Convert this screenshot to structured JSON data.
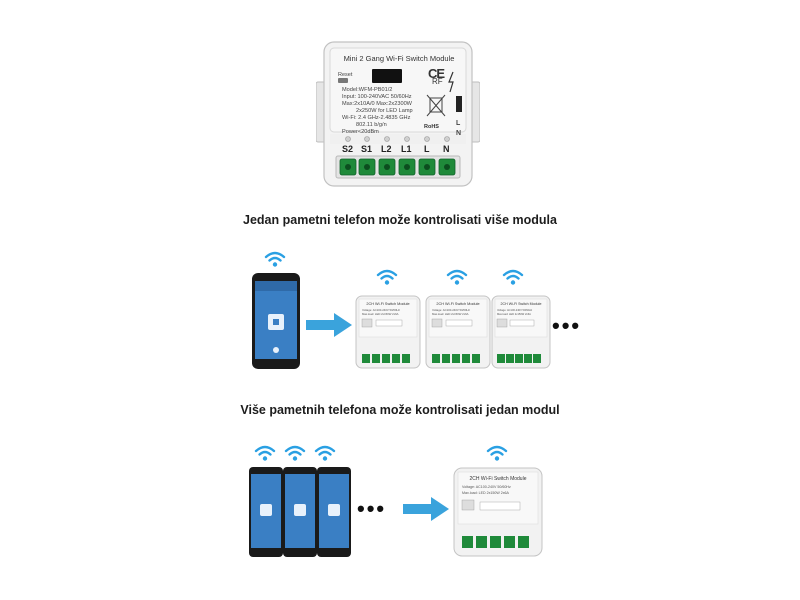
{
  "main_module": {
    "title": "Mini 2 Gang Wi-Fi Switch Module",
    "reset_label": "Reset",
    "rf_label": "RF",
    "ce_label": "CE",
    "rohs_label": "RoHS",
    "specs": [
      "Model:WFM-PB01/2",
      "Input: 100-240VAC 50/60Hz",
      "Max:2x10A/0 Max:2x2300W",
      "2x250W for LED Lamp",
      "Wi-Fi: 2.4 GHz-2.4835 GHz",
      "802.11 b/g/n",
      "Power<20dBm"
    ],
    "terminals": [
      "S2",
      "S1",
      "L2",
      "L1",
      "L",
      "N"
    ],
    "side_l": "L",
    "side_n": "N"
  },
  "section1": {
    "heading": "Jedan pametni telefon može kontrolisati više modula"
  },
  "section2": {
    "heading": "Više pametnih telefona može kontrolisati jedan modul"
  },
  "small_module": {
    "title": "2CH Wi-Fi Switch Module",
    "line1": "Voltage: AC100-240V 50/60Hz",
    "line2": "Max.load: LED 2x150W  2x6A"
  },
  "ellipsis": "•••",
  "colors": {
    "wifi": "#2aa0e3",
    "arrow": "#3aa3dc",
    "terminal": "#1f8a3a",
    "module": "#f0f0f0"
  }
}
